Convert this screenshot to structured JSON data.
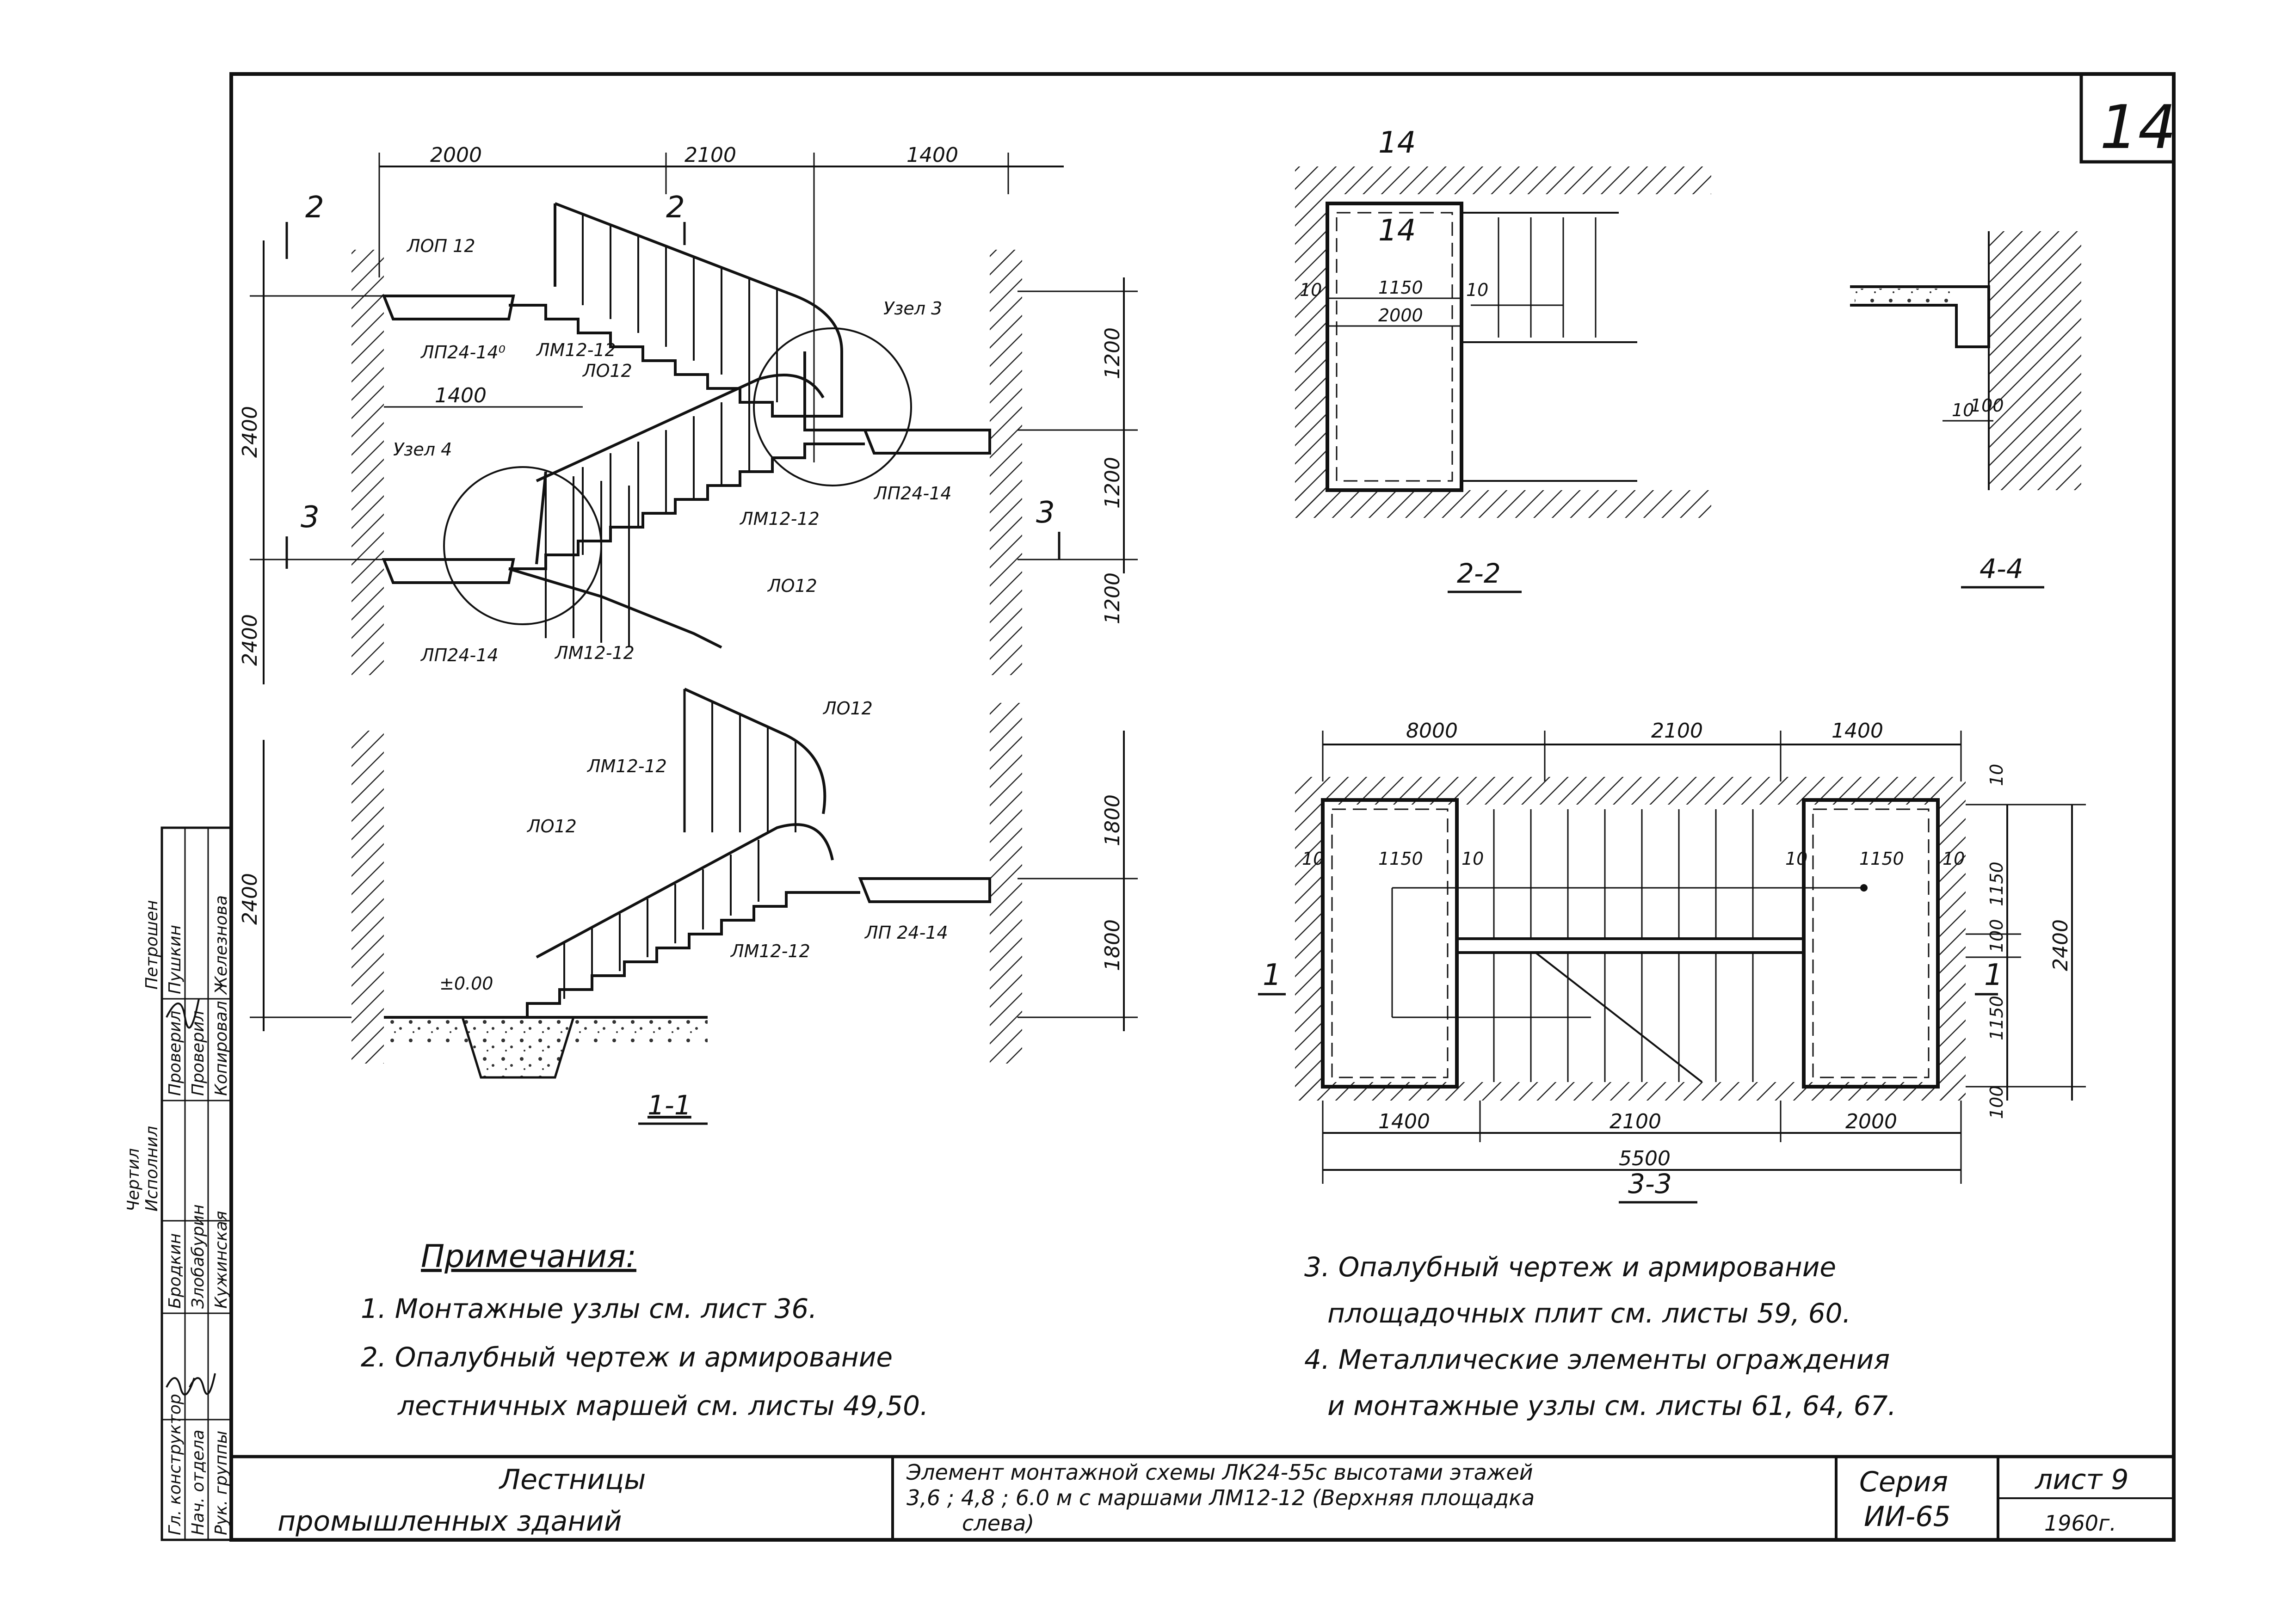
{
  "sheet_number": "14",
  "views": {
    "section_1_1": {
      "title": "1-1",
      "dims_top": [
        "2000",
        "2100",
        "1400"
      ],
      "dim_1400": "1400",
      "dims_left_upper": "2400",
      "dims_left_lower": "2400",
      "dims_left_ground": "2400",
      "dims_right": [
        "1200",
        "1200",
        "1200"
      ],
      "dims_right_ground": [
        "1800",
        "1800"
      ],
      "cut_marks": [
        "2",
        "2",
        "3",
        "3"
      ],
      "labels": {
        "lop12": "ЛОП 12",
        "lp24_14o": "ЛП24-14⁰",
        "lm12_12_a": "ЛМ12-12",
        "lo12_a": "ЛО12",
        "uzel3": "Узел 3",
        "uzel4": "Узел 4",
        "lp24_14_right": "ЛП24-14",
        "lm12_12_b": "ЛМ12-12",
        "lo12_b": "ЛО12",
        "lp24_14_left": "ЛП24-14",
        "lm12_12_c": "ЛМ12-12",
        "lo12_c": "ЛО12",
        "lm12_12_d": "ЛМ12-12",
        "lo12_d": "ЛО12",
        "lp24_14_g": "ЛП 24-14",
        "lm12_12_e": "ЛМ12-12",
        "zero": "±0.00"
      }
    },
    "section_2_2": {
      "title": "2-2",
      "mark": "14",
      "inner_mark": "14",
      "dim_1150": "1150",
      "dim_2000": "2000",
      "dim_10a": "10",
      "dim_10b": "10"
    },
    "section_4_4": {
      "title": "4-4",
      "dim_10": "10",
      "dim_100": "100"
    },
    "section_3_3": {
      "title": "3-3",
      "dims_top": [
        "8000",
        "2100",
        "1400"
      ],
      "dims_bottom": [
        "1400",
        "2100",
        "2000"
      ],
      "dim_total": "5500",
      "left_1150": "1150",
      "right_1150": "1150",
      "dim_10s": [
        "10",
        "10",
        "10",
        "10"
      ],
      "dims_right": [
        "1150",
        "100",
        "1150",
        "100",
        "10"
      ],
      "dim_2400": "2400",
      "cut_marks": [
        "1",
        "1"
      ]
    }
  },
  "notes": {
    "heading": "Примечания:",
    "items": [
      "1. Монтажные узлы см. лист 36.",
      "2. Опалубный чертеж и армирование",
      "лестничных маршей см. листы 49,50.",
      "3. Опалубный чертеж и армирование",
      "площадочных плит см. листы 59, 60.",
      "4. Металлические элементы ограждения",
      "и монтажные узлы см. листы 61, 64, 67."
    ]
  },
  "side_stamp": {
    "rows": [
      [
        "Гл. конструктор",
        "",
        "Бродкин",
        "Проверил",
        "Пушкин"
      ],
      [
        "Нач. отдела",
        "",
        "Злобабурин",
        "Проверил",
        ""
      ],
      [
        "Рук. группы",
        "",
        "Кужинская",
        "Копировал",
        "Железнова"
      ]
    ],
    "extra": [
      "Исполнил",
      "Петрошен",
      "Чертил"
    ]
  },
  "title_block": {
    "name_line1": "Лестницы",
    "name_line2": "промышленных зданий",
    "description_line1": "Элемент монтажной схемы ЛК24-55с высотами этажей",
    "description_line2": "3,6 ; 4,8 ; 6.0 м с маршами ЛМ12-12 (Верхняя площадка",
    "description_line3": "слева)",
    "series_label": "Серия",
    "series_value": "ИИ-65",
    "sheet_label": "лист 9",
    "year": "1960г."
  }
}
